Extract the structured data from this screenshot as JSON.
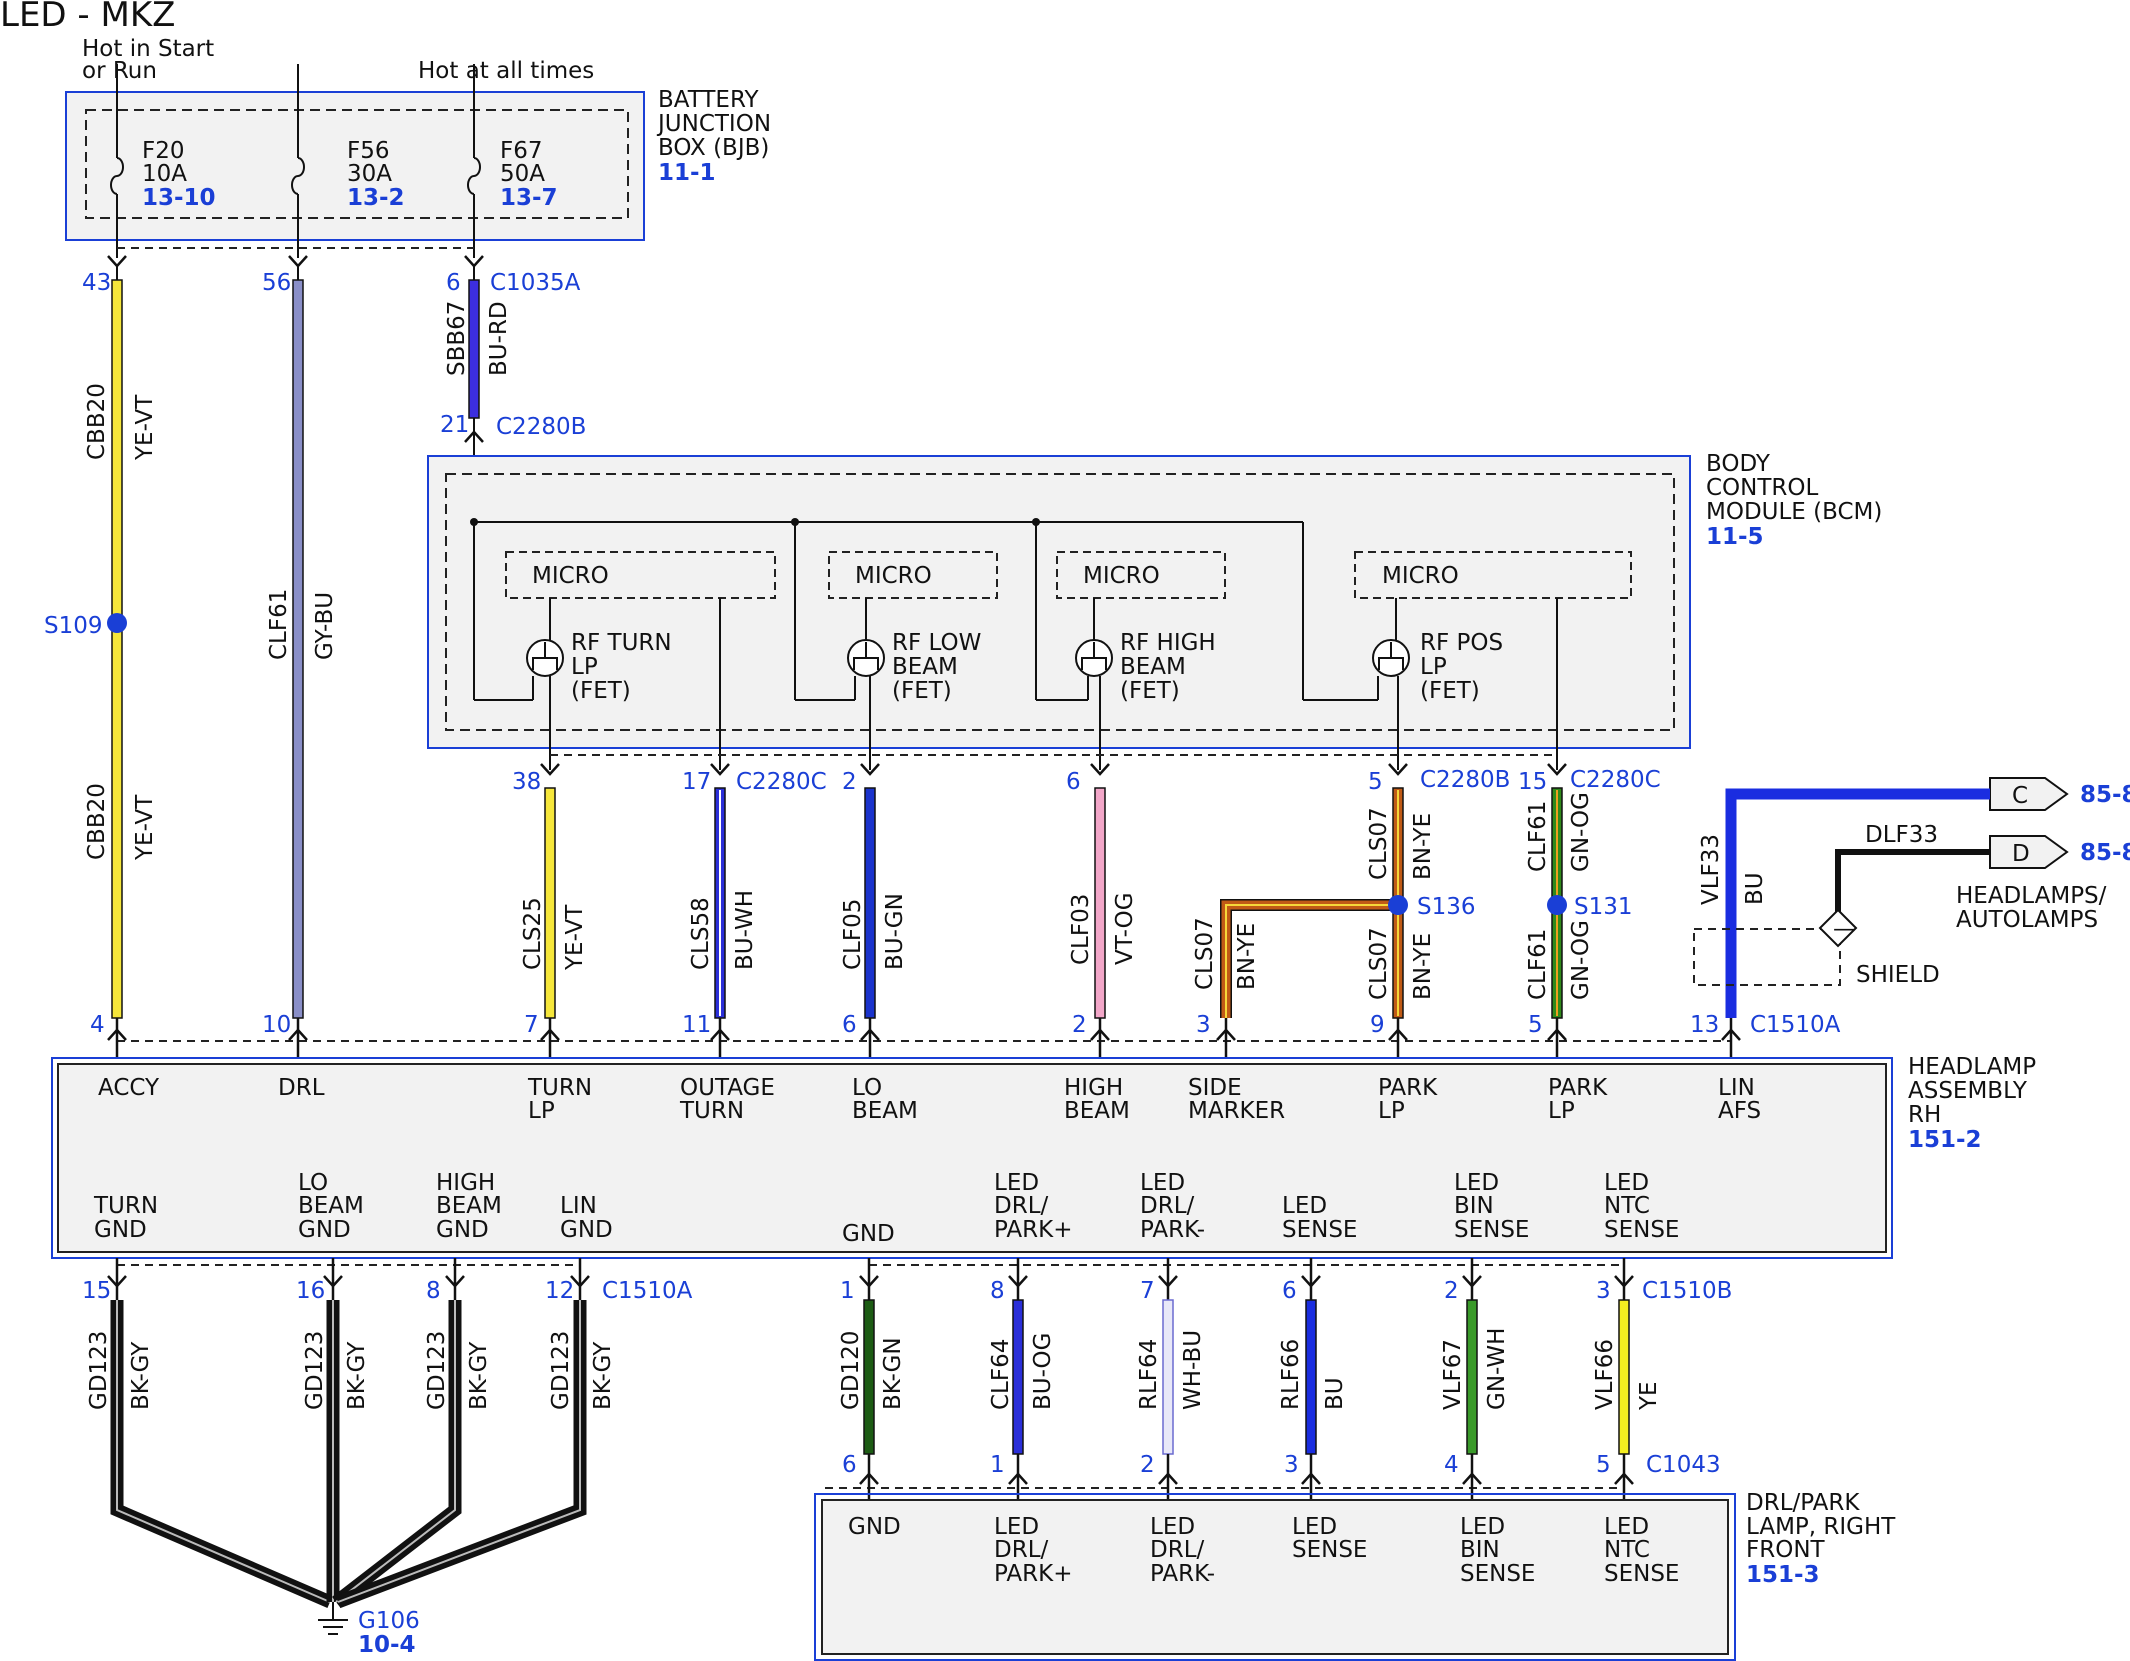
{
  "title": "LED - MKZ",
  "bjb": {
    "label_line1": "BATTERY",
    "label_line2": "JUNCTION",
    "label_line3": "BOX (BJB)",
    "ref": "11-1",
    "hot_start_1": "Hot in Start",
    "hot_start_2": "or Run",
    "hot_all": "Hot at all times",
    "fuses": [
      {
        "name": "F20",
        "rating": "10A",
        "ref": "13-10"
      },
      {
        "name": "F56",
        "rating": "30A",
        "ref": "13-2"
      },
      {
        "name": "F67",
        "rating": "50A",
        "ref": "13-7"
      }
    ]
  },
  "bcm": {
    "label_line1": "BODY",
    "label_line2": "CONTROL",
    "label_line3": "MODULE (BCM)",
    "ref": "11-5",
    "micro": "MICRO",
    "fets": [
      {
        "l1": "RF TURN",
        "l2": "LP",
        "l3": "(FET)"
      },
      {
        "l1": "RF LOW",
        "l2": "BEAM",
        "l3": "(FET)"
      },
      {
        "l1": "RF HIGH",
        "l2": "BEAM",
        "l3": "(FET)"
      },
      {
        "l1": "RF POS",
        "l2": "LP",
        "l3": "(FET)"
      }
    ]
  },
  "connectors": {
    "c1035a": "C1035A",
    "c2280b": "C2280B",
    "c2280c": "C2280C",
    "c1510a": "C1510A",
    "c1510b": "C1510B",
    "c1043": "C1043"
  },
  "pins": {
    "bjb_43": "43",
    "bjb_56": "56",
    "bjb_6": "6",
    "bcm_21": "21",
    "bcm_38": "38",
    "bcm_17": "17",
    "bcm_2": "2",
    "bcm_6": "6",
    "bcm_5": "5",
    "bcm_15": "15",
    "hl_4": "4",
    "hl_10": "10",
    "hl_7": "7",
    "hl_11": "11",
    "hl_6": "6",
    "hl_2": "2",
    "hl_3": "3",
    "hl_9": "9",
    "hl_5": "5",
    "hl_13": "13",
    "hlb_15": "15",
    "hlb_16": "16",
    "hlb_8": "8",
    "hlb_12": "12",
    "hlb_1": "1",
    "hlb_8b": "8",
    "hlb_7": "7",
    "hlb_6": "6",
    "hlb_2": "2",
    "hlb_3": "3",
    "drl_6": "6",
    "drl_1": "1",
    "drl_2": "2",
    "drl_3": "3",
    "drl_4": "4",
    "drl_5": "5"
  },
  "wires": {
    "cbb20": "CBB20",
    "ye_vt": "YE-VT",
    "clf61": "CLF61",
    "gy_bu": "GY-BU",
    "sbb67": "SBB67",
    "bu_rd": "BU-RD",
    "cls25": "CLS25",
    "cls58": "CLS58",
    "bu_wh": "BU-WH",
    "clf05": "CLF05",
    "bu_gn": "BU-GN",
    "clf03": "CLF03",
    "vt_og": "VT-OG",
    "cls07": "CLS07",
    "bn_ye": "BN-YE",
    "gn_og": "GN-OG",
    "vlf33": "VLF33",
    "bu": "BU",
    "dlf33": "DLF33",
    "gd123": "GD123",
    "bk_gy": "BK-GY",
    "gd120": "GD120",
    "bk_gn": "BK-GN",
    "clf64": "CLF64",
    "bu_og": "BU-OG",
    "rlf64": "RLF64",
    "wh_bu": "WH-BU",
    "rlf66": "RLF66",
    "vlf67": "VLF67",
    "gn_wh": "GN-WH",
    "vlf66": "VLF66",
    "ye": "YE"
  },
  "splices": {
    "s109": "S109",
    "s136": "S136",
    "s131": "S131"
  },
  "offpage": {
    "c": "C",
    "d": "D",
    "ref1": "85-8",
    "ref2": "85-8",
    "hl_auto_1": "HEADLAMPS/",
    "hl_auto_2": "AUTOLAMPS",
    "shield": "SHIELD"
  },
  "headlamp": {
    "label_line1": "HEADLAMP",
    "label_line2": "ASSEMBLY",
    "label_line3": "RH",
    "ref": "151-2",
    "top": [
      {
        "l1": "ACCY",
        "l2": ""
      },
      {
        "l1": "DRL",
        "l2": ""
      },
      {
        "l1": "TURN",
        "l2": "LP"
      },
      {
        "l1": "OUTAGE",
        "l2": "TURN"
      },
      {
        "l1": "LO",
        "l2": "BEAM"
      },
      {
        "l1": "HIGH",
        "l2": "BEAM"
      },
      {
        "l1": "SIDE",
        "l2": "MARKER"
      },
      {
        "l1": "PARK",
        "l2": "LP"
      },
      {
        "l1": "PARK",
        "l2": "LP"
      },
      {
        "l1": "LIN",
        "l2": "AFS"
      }
    ],
    "bottom": [
      {
        "l1": "",
        "l2": "TURN",
        "l3": "GND"
      },
      {
        "l1": "LO",
        "l2": "BEAM",
        "l3": "GND"
      },
      {
        "l1": "HIGH",
        "l2": "BEAM",
        "l3": "GND"
      },
      {
        "l1": "",
        "l2": "LIN",
        "l3": "GND"
      },
      {
        "l1": "",
        "l2": "",
        "l3": "GND"
      },
      {
        "l1": "LED",
        "l2": "DRL/",
        "l3": "PARK+"
      },
      {
        "l1": "LED",
        "l2": "DRL/",
        "l3": "PARK-"
      },
      {
        "l1": "",
        "l2": "LED",
        "l3": "SENSE"
      },
      {
        "l1": "LED",
        "l2": "BIN",
        "l3": "SENSE"
      },
      {
        "l1": "LED",
        "l2": "NTC",
        "l3": "SENSE"
      }
    ]
  },
  "drl": {
    "label_line1": "DRL/PARK",
    "label_line2": "LAMP, RIGHT",
    "label_line3": "FRONT",
    "ref": "151-3",
    "labels": [
      {
        "l1": "GND",
        "l2": "",
        "l3": ""
      },
      {
        "l1": "LED",
        "l2": "DRL/",
        "l3": "PARK+"
      },
      {
        "l1": "LED",
        "l2": "DRL/",
        "l3": "PARK-"
      },
      {
        "l1": "LED",
        "l2": "SENSE",
        "l3": ""
      },
      {
        "l1": "LED",
        "l2": "BIN",
        "l3": "SENSE"
      },
      {
        "l1": "LED",
        "l2": "NTC",
        "l3": "SENSE"
      }
    ]
  },
  "ground": {
    "name": "G106",
    "ref": "10-4"
  },
  "colors": {
    "accent": "#1a3fd6",
    "box_fill": "#f2f2f2"
  }
}
